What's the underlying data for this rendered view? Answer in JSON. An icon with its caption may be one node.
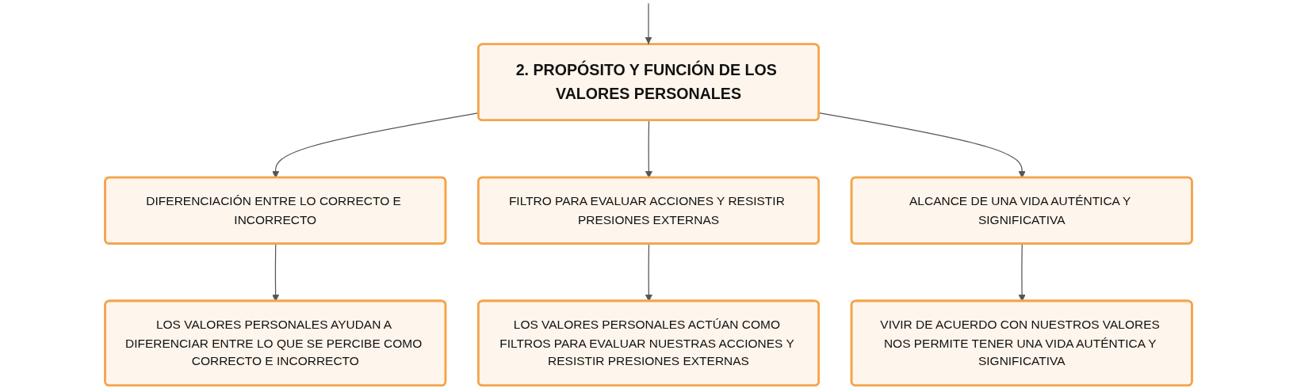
{
  "diagram": {
    "nodes": [
      {
        "text": [
          "2. PROPÓSITO Y FUNCIÓN DE LOS VALORES PERSONALES"
        ]
      },
      {
        "text": [
          "DIFERENCIACIÓN ENTRE LO CORRECTO E INCORRECTO"
        ]
      },
      {
        "text": [
          "FILTRO PARA EVALUAR ACCIONES Y RESISTIR PRESIONES EXTERNAS"
        ]
      },
      {
        "text": [
          "ALCANCE DE UNA VIDA AUTÉNTICA Y SIGNIFICATIVA"
        ]
      },
      {
        "text": [
          "LOS VALORES PERSONALES AYUDAN A DIFERENCIAR ENTRE LO QUE SE PERCIBE COMO CORRECTO E INCORRECTO"
        ]
      },
      {
        "text": [
          "LOS VALORES PERSONALES ACTÚAN COMO FILTROS PARA EVALUAR NUESTRAS ACCIONES Y RESISTIR PRESIONES EXTERNAS"
        ]
      },
      {
        "text": [
          "VIVIR DE ACUERDO CON NUESTROS VALORES NOS PERMITE TENER UNA VIDA AUTÉNTICA Y SIGNIFICATIVA"
        ]
      }
    ],
    "edges": [
      {
        "from": null,
        "to": 0,
        "arrow": "to"
      },
      {
        "from": 0,
        "to": 1,
        "arrow": "to"
      },
      {
        "from": 0,
        "to": 2,
        "arrow": "to"
      },
      {
        "from": 0,
        "to": 3,
        "arrow": "to"
      },
      {
        "from": 1,
        "to": 4,
        "arrow": "to"
      },
      {
        "from": 2,
        "to": 5,
        "arrow": "to"
      },
      {
        "from": 3,
        "to": 6,
        "arrow": "to"
      }
    ]
  }
}
